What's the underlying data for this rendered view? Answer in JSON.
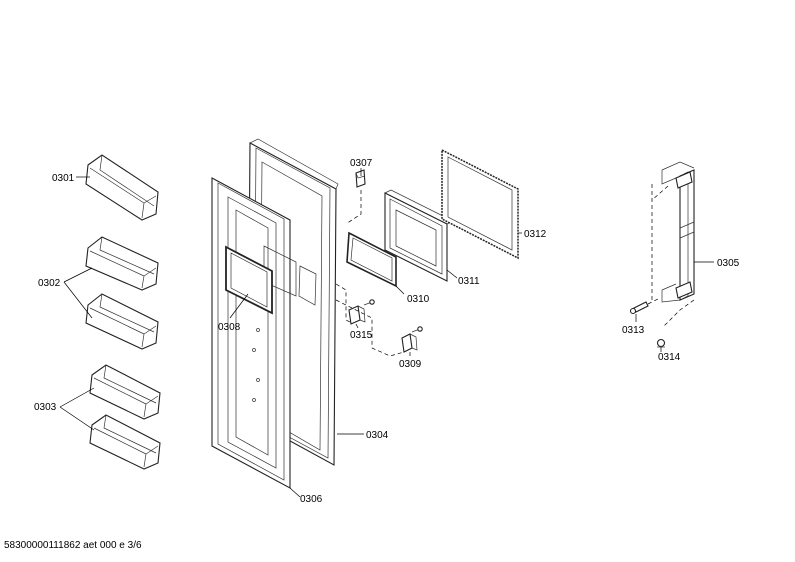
{
  "parts": {
    "p0301": "0301",
    "p0302": "0302",
    "p0303": "0303",
    "p0304": "0304",
    "p0305": "0305",
    "p0306": "0306",
    "p0307": "0307",
    "p0308": "0308",
    "p0309": "0309",
    "p0310": "0310",
    "p0311": "0311",
    "p0312": "0312",
    "p0313": "0313",
    "p0314": "0314",
    "p0315": "0315"
  },
  "footer": "58300000111862 aet 000 e 3/6"
}
